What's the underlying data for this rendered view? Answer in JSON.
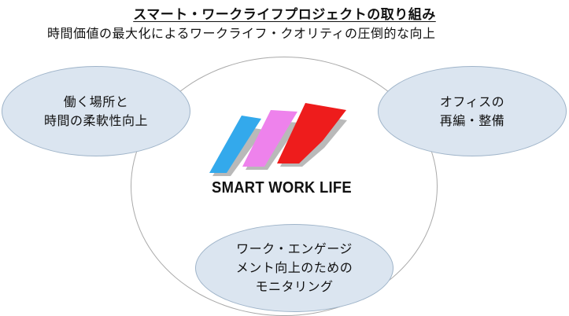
{
  "title": "スマート・ワークライフプロジェクトの取り組み",
  "subtitle": "時間価値の最大化によるワークライフ・クオリティの圧倒的な向上",
  "bubbles": {
    "left": {
      "line1": "働く場所と",
      "line2": "時間の柔軟性向上"
    },
    "right": {
      "line1": "オフィスの",
      "line2": "再編・整備"
    },
    "bottom": {
      "line1": "ワーク・エンゲージ",
      "line2": "メント向上のための",
      "line3": "モニタリング"
    }
  },
  "logo": {
    "text": "SMART WORK LIFE",
    "colors": {
      "blue": "#33a9ec",
      "pink": "#ee82ec",
      "red": "#ee1c1c"
    }
  },
  "colors": {
    "bubble_fill": "#dbe5f0",
    "bubble_border": "#9fb4c9",
    "ring": "#a9a9a9"
  }
}
